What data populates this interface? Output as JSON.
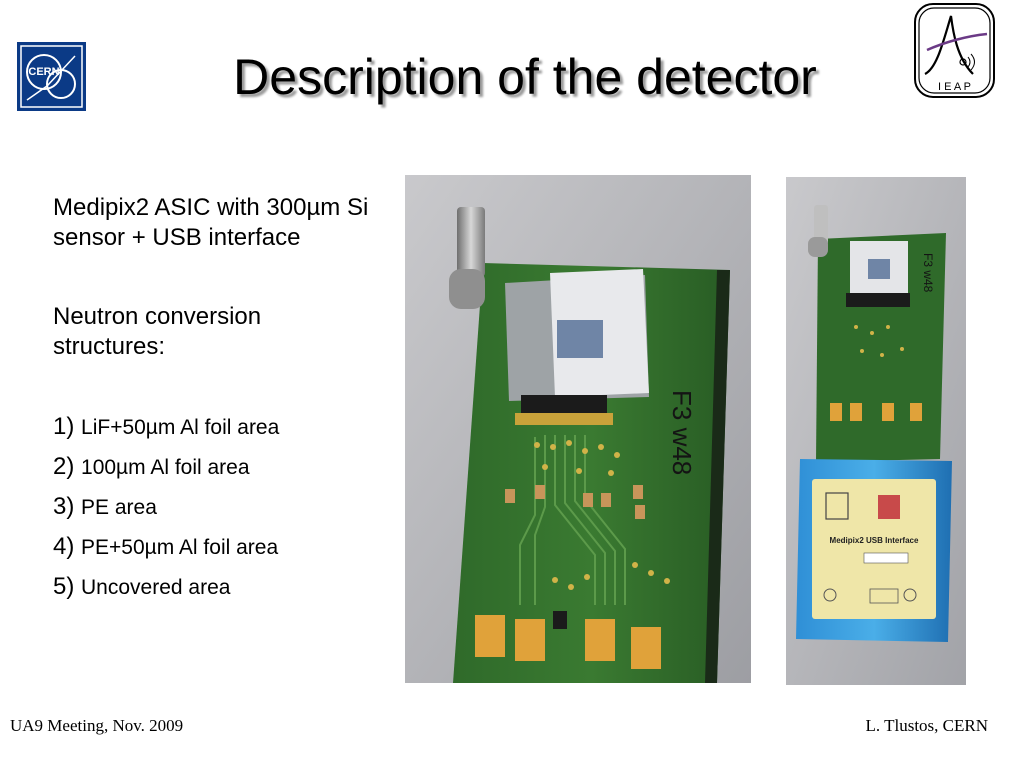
{
  "slide": {
    "title": "Description of the detector",
    "paragraphs": [
      "Medipix2 ASIC with 300µm Si sensor + USB interface",
      "Neutron conversion structures:"
    ],
    "list": [
      {
        "num": "1)",
        "text": "LiF+50µm Al foil area"
      },
      {
        "num": "2)",
        "text": "100µm Al foil area"
      },
      {
        "num": "3)",
        "text": "PE area"
      },
      {
        "num": "4)",
        "text": "PE+50µm Al foil area"
      },
      {
        "num": "5)",
        "text": "Uncovered area"
      }
    ]
  },
  "logos": {
    "cern": "CERN",
    "ieap": "I E A P"
  },
  "photo_labels": {
    "sensor_mark_1": "F3 w48",
    "sensor_mark_2": "F3 w48",
    "usb_box_title": "Medipix2 USB Interface"
  },
  "footer": {
    "left": "UA9 Meeting, Nov. 2009",
    "right": "L. Tlustos, CERN"
  },
  "colors": {
    "cern_blue": "#0b3a86",
    "pcb_green": "#2f6a2a",
    "usb_blue": "#2f8fd6",
    "title_shadow": "#9a9a9a"
  }
}
